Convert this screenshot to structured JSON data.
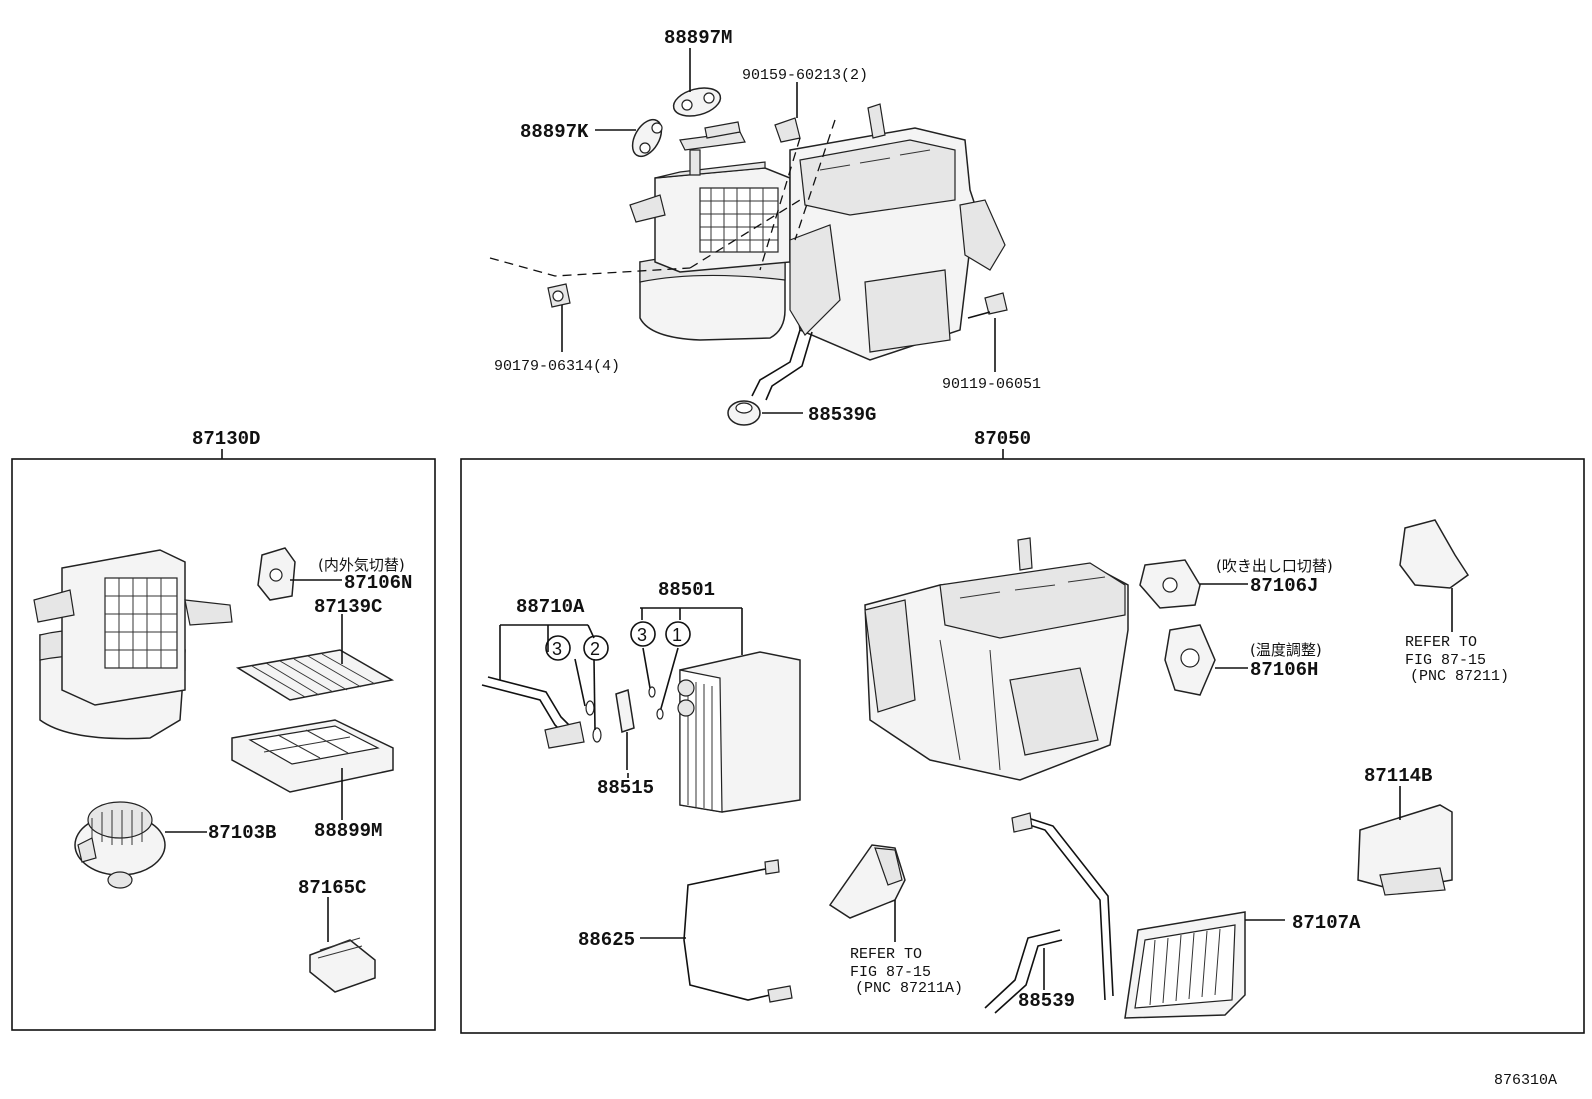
{
  "labels": {
    "p88897M": "88897M",
    "p88897K": "88897K",
    "p90159": "90159-60213(2)",
    "p90179": "90179-06314(4)",
    "p90119": "90119-06051",
    "p88539G": "88539G",
    "p87130D": "87130D",
    "p87050": "87050",
    "p87106N": "87106N",
    "p87139C": "87139C",
    "p88899M": "88899M",
    "p87103B": "87103B",
    "p87165C": "87165C",
    "p88710A": "88710A",
    "p88501": "88501",
    "p88515": "88515",
    "p87106J": "87106J",
    "p87106H": "87106H",
    "p87114B": "87114B",
    "p87107A": "87107A",
    "p88625": "88625",
    "p88539": "88539",
    "figure_id": "876310A"
  },
  "notes": {
    "n87106N": "(内外気切替)",
    "n87106J": "(吹き出し口切替)",
    "n87106H": "(温度調整)"
  },
  "refer_right": {
    "line1": "REFER TO",
    "line2": "FIG 87-15",
    "line3": "(PNC 87211)"
  },
  "refer_bottom": {
    "line1": "REFER TO",
    "line2": "FIG 87-15",
    "line3": "(PNC 87211A)"
  },
  "circles": {
    "c3a": "3",
    "c2": "2",
    "c3b": "3",
    "c1": "1"
  }
}
